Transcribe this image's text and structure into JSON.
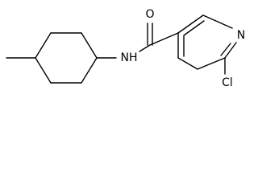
{
  "molecule": {
    "atoms": {
      "oxygen": "O",
      "amide_nh": "NH",
      "ring_nitrogen": "N",
      "chlorine": "Cl"
    },
    "bond_color": "#000000",
    "label_color": "#000000",
    "background": "#ffffff"
  }
}
